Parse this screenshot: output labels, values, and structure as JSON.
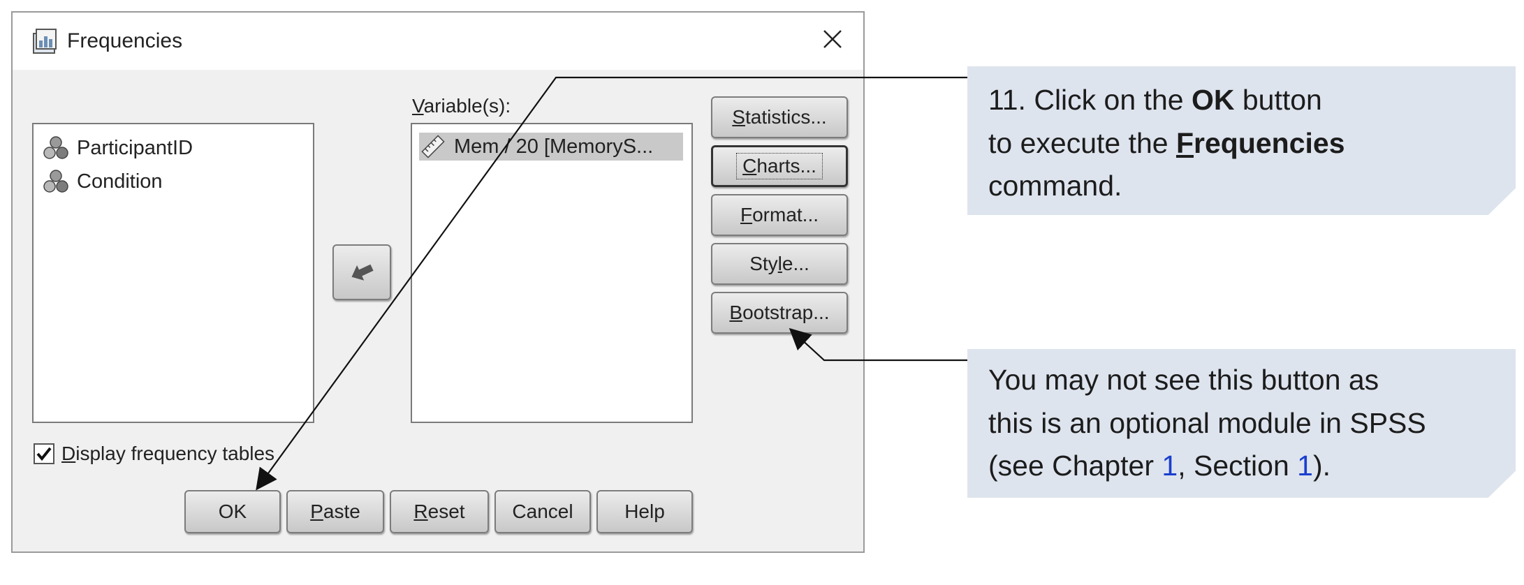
{
  "dialog": {
    "title": "Frequencies",
    "source_variables": [
      {
        "label": "ParticipantID",
        "icon": "nominal-variable-icon"
      },
      {
        "label": "Condition",
        "icon": "nominal-variable-icon"
      }
    ],
    "variables_label_mnemonic": "V",
    "variables_label_rest": "ariable(s):",
    "selected_variables": [
      {
        "label": "Mem / 20 [MemoryS...",
        "icon": "scale-variable-icon"
      }
    ],
    "side_buttons": {
      "statistics": {
        "mn": "S",
        "rest": "tatistics..."
      },
      "charts": {
        "mn": "C",
        "rest": "harts..."
      },
      "format": {
        "mn": "F",
        "rest": "ormat..."
      },
      "style_pre": "Sty",
      "style_mn": "l",
      "style_rest": "e...",
      "bootstrap": {
        "mn": "B",
        "rest": "ootstrap..."
      }
    },
    "display_tables": {
      "mn": "D",
      "rest": "isplay frequency tables",
      "checked": true
    },
    "bottom_buttons": {
      "ok": "OK",
      "paste": {
        "mn": "P",
        "rest": "aste"
      },
      "reset": {
        "mn": "R",
        "rest": "eset"
      },
      "cancel": "Cancel",
      "help": "Help"
    }
  },
  "callout1": {
    "l1_a": "11. Click on the ",
    "l1_b": "OK",
    "l1_c": " button",
    "l2_a": "to execute the ",
    "l2_mn": "F",
    "l2_b": "requencies",
    "l3": "command."
  },
  "callout2": {
    "l1": "You may not see this button as",
    "l2": "this is an optional module in SPSS",
    "l3_a": "(see Chapter ",
    "l3_ch": "1",
    "l3_b": ", Section ",
    "l3_sec": "1",
    "l3_c": ")."
  },
  "colors": {
    "callout_bg": "#dee4ee",
    "link_blue": "#1a3fcf",
    "dialog_bg": "#f0f0f0"
  }
}
